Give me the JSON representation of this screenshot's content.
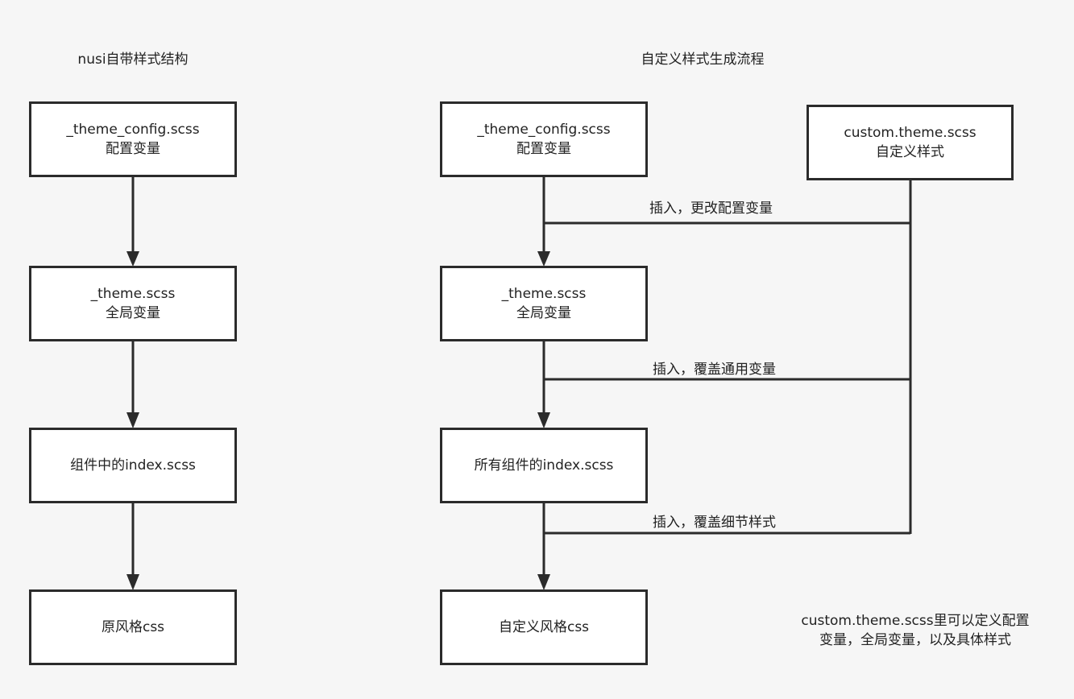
{
  "left_title": "nusi自带样式结构",
  "right_title": "自定义样式生成流程",
  "left": {
    "config": {
      "name": "_theme_config.scss",
      "desc": "配置变量"
    },
    "theme": {
      "name": "_theme.scss",
      "desc": "全局变量"
    },
    "index": {
      "name": "组件中的index.scss"
    },
    "output": {
      "name": "原风格css"
    }
  },
  "right": {
    "config": {
      "name": "_theme_config.scss",
      "desc": "配置变量"
    },
    "theme": {
      "name": "_theme.scss",
      "desc": "全局变量"
    },
    "index": {
      "name": "所有组件的index.scss"
    },
    "output": {
      "name": "自定义风格css"
    },
    "custom": {
      "name": "custom.theme.scss",
      "desc": "自定义样式"
    }
  },
  "edge_labels": {
    "insert_config": "插入，更改配置变量",
    "insert_global": "插入，覆盖通用变量",
    "insert_detail": "插入，覆盖细节样式"
  },
  "note": {
    "line1": "custom.theme.scss里可以定义配置",
    "line2": "变量，全局变量，以及具体样式"
  }
}
